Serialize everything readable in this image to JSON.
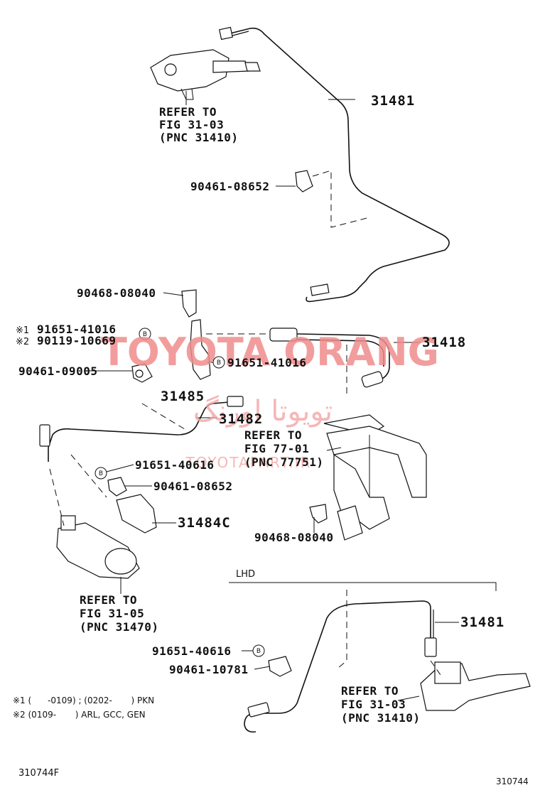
{
  "parts": {
    "p31481_top": "31481",
    "p90461_08652_top": "90461-08652",
    "p90468_08040_top": "90468-08040",
    "p91651_41016_a": "91651-41016",
    "p90119_10669": "90119-10669",
    "p90461_09005": "90461-09005",
    "p91651_41016_b": "91651-41016",
    "p31418": "31418",
    "p31485": "31485",
    "p31482": "31482",
    "p91651_40616_mid": "91651-40616",
    "p90461_08652_mid": "90461-08652",
    "p31484C": "31484C",
    "p90468_08040_bot": "90468-08040",
    "p31481_lhd": "31481",
    "p91651_40616_lhd": "91651-40616",
    "p90461_10781": "90461-10781"
  },
  "markers": {
    "m1": "※1",
    "m2": "※2",
    "circle_b": "B"
  },
  "refs": {
    "r1": [
      "REFER TO",
      "FIG 31-03",
      "(PNC 31410)"
    ],
    "r2": [
      "REFER TO",
      "FIG 77-01",
      "(PNC 77751)"
    ],
    "r3": [
      "REFER TO",
      "FIG 31-05",
      "(PNC 31470)"
    ],
    "r4": [
      "REFER TO",
      "FIG 31-03",
      "(PNC 31410)"
    ]
  },
  "section_label": "LHD",
  "footnotes": {
    "f1": "※1 (      -0109) ; (0202-       ) PKN",
    "f2": "※2 (0109-       ) ARL, GCC, GEN"
  },
  "figure_code_left": "310744F",
  "figure_code_right": "310744",
  "watermark": {
    "main": "TOYOTA ORANG",
    "arabic": "تويوتا اورنگ",
    "site": "TOYOTAPART.IR"
  }
}
